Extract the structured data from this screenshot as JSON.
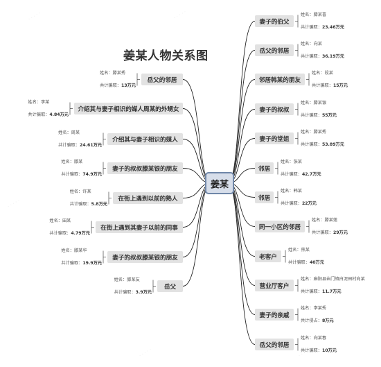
{
  "title": "姜某人物关系图",
  "center": "姜某",
  "left_nodes": [
    {
      "label": "岳父的邻居",
      "rows": [
        {
          "k": "姓名：",
          "v": "滕某秀"
        },
        {
          "k": "共计骗取：",
          "v": "13万元"
        }
      ]
    },
    {
      "label": "介绍其与妻子相识的媒人周某的外甥女",
      "rows": [
        {
          "k": "姓名：",
          "v": "李某"
        },
        {
          "k": "共计骗取：",
          "v": "4.84万元"
        }
      ]
    },
    {
      "label": "介绍其与妻子相识的媒人",
      "rows": [
        {
          "k": "姓名：",
          "v": "周某"
        },
        {
          "k": "共计骗取：",
          "v": "24.61万元"
        }
      ]
    },
    {
      "label": "妻子的叔叔滕某银的朋友",
      "rows": [
        {
          "k": "姓名：",
          "v": "滕某"
        },
        {
          "k": "共计骗取：",
          "v": "74.9万元"
        }
      ]
    },
    {
      "label": "在街上遇到以前的熟人",
      "rows": [
        {
          "k": "姓名：",
          "v": "许某"
        },
        {
          "k": "共计骗取：",
          "v": "5.8万元"
        }
      ]
    },
    {
      "label": "在街上遇到其妻子以前的同事",
      "rows": [
        {
          "k": "姓名：",
          "v": "田某"
        },
        {
          "k": "共计骗取：",
          "v": "4.79万元"
        }
      ]
    },
    {
      "label": "妻子的叔叔滕某银的朋友",
      "rows": [
        {
          "k": "姓名：",
          "v": "滕某华"
        },
        {
          "k": "共计骗取：",
          "v": "19.9万元"
        }
      ]
    },
    {
      "label": "岳父",
      "rows": [
        {
          "k": "姓名：",
          "v": "滕某友"
        },
        {
          "k": "共计骗取：",
          "v": "3.9万元"
        }
      ]
    }
  ],
  "right_nodes": [
    {
      "label": "妻子的伯父",
      "rows": [
        {
          "k": "姓名：",
          "v": "滕某喜"
        },
        {
          "k": "共计骗取：",
          "v": "23.46万元"
        }
      ]
    },
    {
      "label": "岳父的邻居",
      "rows": [
        {
          "k": "姓名：",
          "v": "向某"
        },
        {
          "k": "共计骗取：",
          "v": "36.19万元"
        }
      ]
    },
    {
      "label": "邻居韩某的朋友",
      "rows": [
        {
          "k": "姓名：",
          "v": "段某"
        },
        {
          "k": "共计骗取：",
          "v": "15万元"
        }
      ]
    },
    {
      "label": "妻子的叔叔",
      "rows": [
        {
          "k": "姓名：",
          "v": "滕某银"
        },
        {
          "k": "共计骗取：",
          "v": "55万元"
        }
      ]
    },
    {
      "label": "妻子的堂姐",
      "rows": [
        {
          "k": "姓名：",
          "v": "滕某秀"
        },
        {
          "k": "共计骗取：",
          "v": "53.89万元"
        }
      ]
    },
    {
      "label": "邻居",
      "rows": [
        {
          "k": "姓名：",
          "v": "张某"
        },
        {
          "k": "共计骗取：",
          "v": "42.7万元"
        }
      ]
    },
    {
      "label": "邻居",
      "rows": [
        {
          "k": "姓名：",
          "v": "韩某"
        },
        {
          "k": "共计骗取：",
          "v": "22万元"
        }
      ]
    },
    {
      "label": "同一小区的邻居",
      "rows": [
        {
          "k": "姓名：",
          "v": "滕某莲"
        },
        {
          "k": "共计骗取：",
          "v": "29万元"
        }
      ]
    },
    {
      "label": "老客户",
      "rows": [
        {
          "k": "姓名：",
          "v": "熊某"
        },
        {
          "k": "共计骗取：",
          "v": "40万元"
        }
      ]
    },
    {
      "label": "营业厅客户",
      "rows": [
        {
          "k": "姓名：",
          "v": "麻阳县岩门镇白泥田村向某"
        },
        {
          "k": "共计骗取：",
          "v": "11.7万元"
        }
      ]
    },
    {
      "label": "妻子的亲戚",
      "rows": [
        {
          "k": "姓名：",
          "v": "李某秀"
        },
        {
          "k": "共计侵占：",
          "v": "8万元"
        }
      ]
    },
    {
      "label": "岳父的邻居",
      "rows": [
        {
          "k": "姓名：",
          "v": "向某春"
        },
        {
          "k": "共计骗取：",
          "v": "10万元"
        }
      ]
    }
  ]
}
